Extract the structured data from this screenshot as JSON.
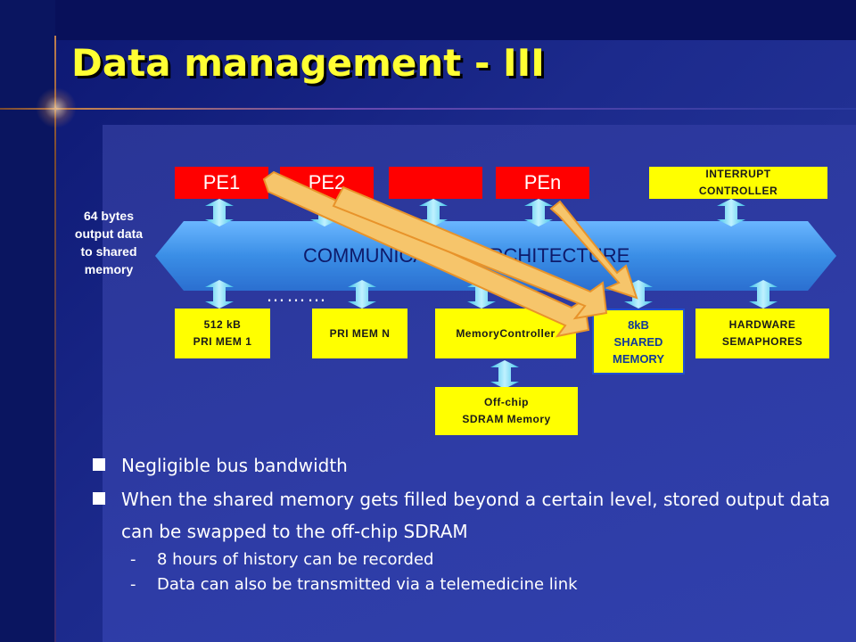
{
  "slide": {
    "title": "Data management - III",
    "colors": {
      "title": "#ffff33",
      "pe": "#ff0000",
      "module": "#ffff00",
      "bus": "#3a8ee6",
      "arrow": "#f5c66a"
    },
    "side_note": [
      "64 bytes",
      "output data",
      "to shared",
      "memory"
    ],
    "processors": [
      "PE1",
      "PE2",
      "",
      "PEn"
    ],
    "interrupt_controller": [
      "INTERRUPT",
      "CONTROLLER"
    ],
    "comm_architecture": "COMMUNICATION ARCHITECTURE",
    "dots": "………",
    "modules": {
      "pri_mem_1": [
        "512 kB",
        "PRI MEM 1"
      ],
      "pri_mem_n": "PRI MEM N",
      "memory_controller": "MemoryController",
      "shared_memory": [
        "8kB",
        "SHARED",
        "MEMORY"
      ],
      "hw_semaphores": [
        "HARDWARE",
        "SEMAPHORES"
      ],
      "off_chip": [
        "Off-chip",
        "SDRAM Memory"
      ]
    },
    "bullets": [
      "Negligible bus bandwidth",
      "When the shared memory gets filled beyond a certain level, stored output data can be swapped to the off-chip SDRAM"
    ],
    "sub_bullets": [
      {
        "dash": "-",
        "text": "8 hours of history can be recorded"
      },
      {
        "dash": "-",
        "text": "Data can also be transmitted via a telemedicine link"
      }
    ]
  }
}
